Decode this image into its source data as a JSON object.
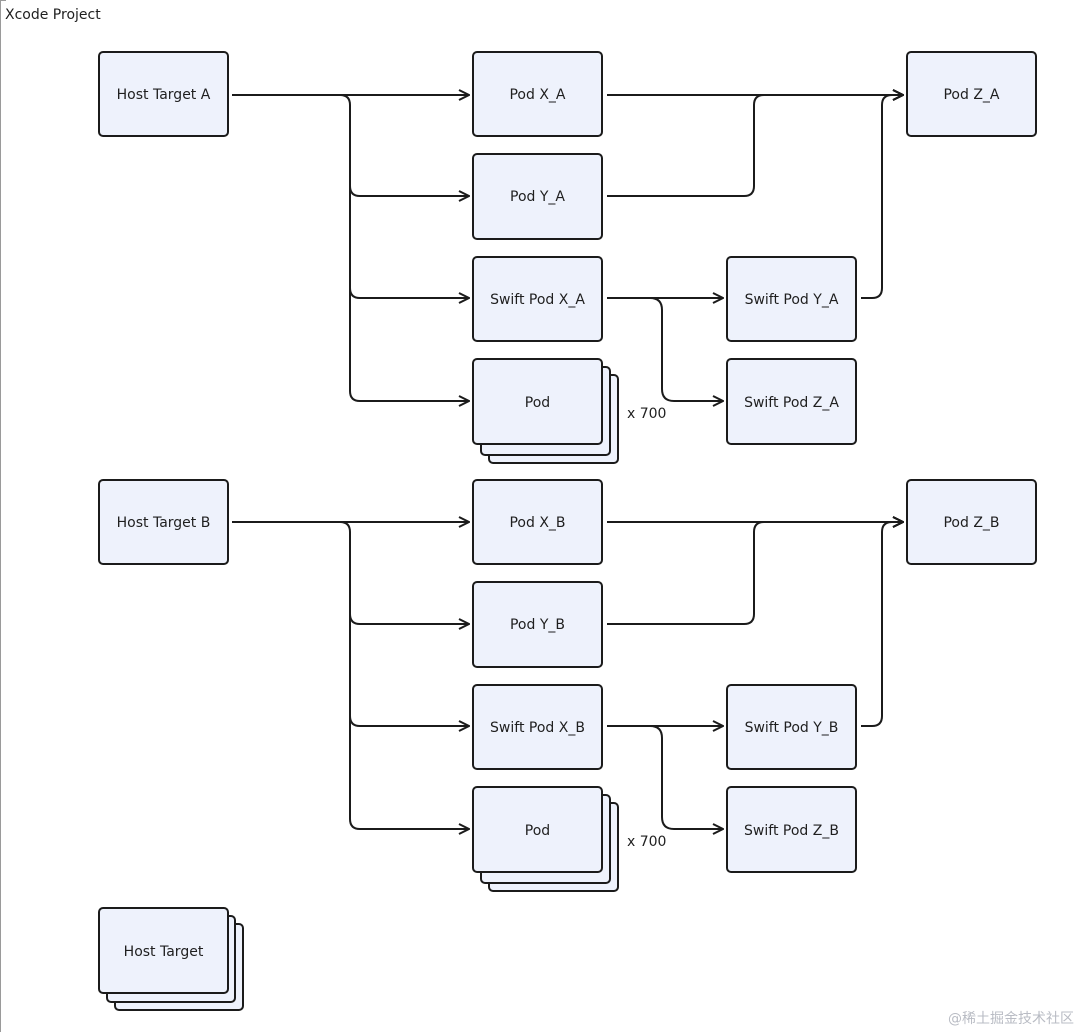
{
  "frame": {
    "title": "Xcode Project"
  },
  "nodes": {
    "host_a": "Host Target A",
    "pod_x_a": "Pod X_A",
    "pod_y_a": "Pod Y_A",
    "swift_pod_x_a": "Swift Pod X_A",
    "pod_stack_a": "Pod",
    "pod_z_a": "Pod Z_A",
    "swift_pod_y_a": "Swift Pod Y_A",
    "swift_pod_z_a": "Swift Pod Z_A",
    "host_b": "Host Target B",
    "pod_x_b": "Pod X_B",
    "pod_y_b": "Pod Y_B",
    "swift_pod_x_b": "Swift Pod X_B",
    "pod_stack_b": "Pod",
    "pod_z_b": "Pod Z_B",
    "swift_pod_y_b": "Swift Pod Y_B",
    "swift_pod_z_b": "Swift Pod Z_B",
    "host_stack": "Host Target"
  },
  "labels": {
    "count_a": "x 700",
    "count_b": "x 700"
  },
  "watermark": "@稀土掘金技术社区"
}
